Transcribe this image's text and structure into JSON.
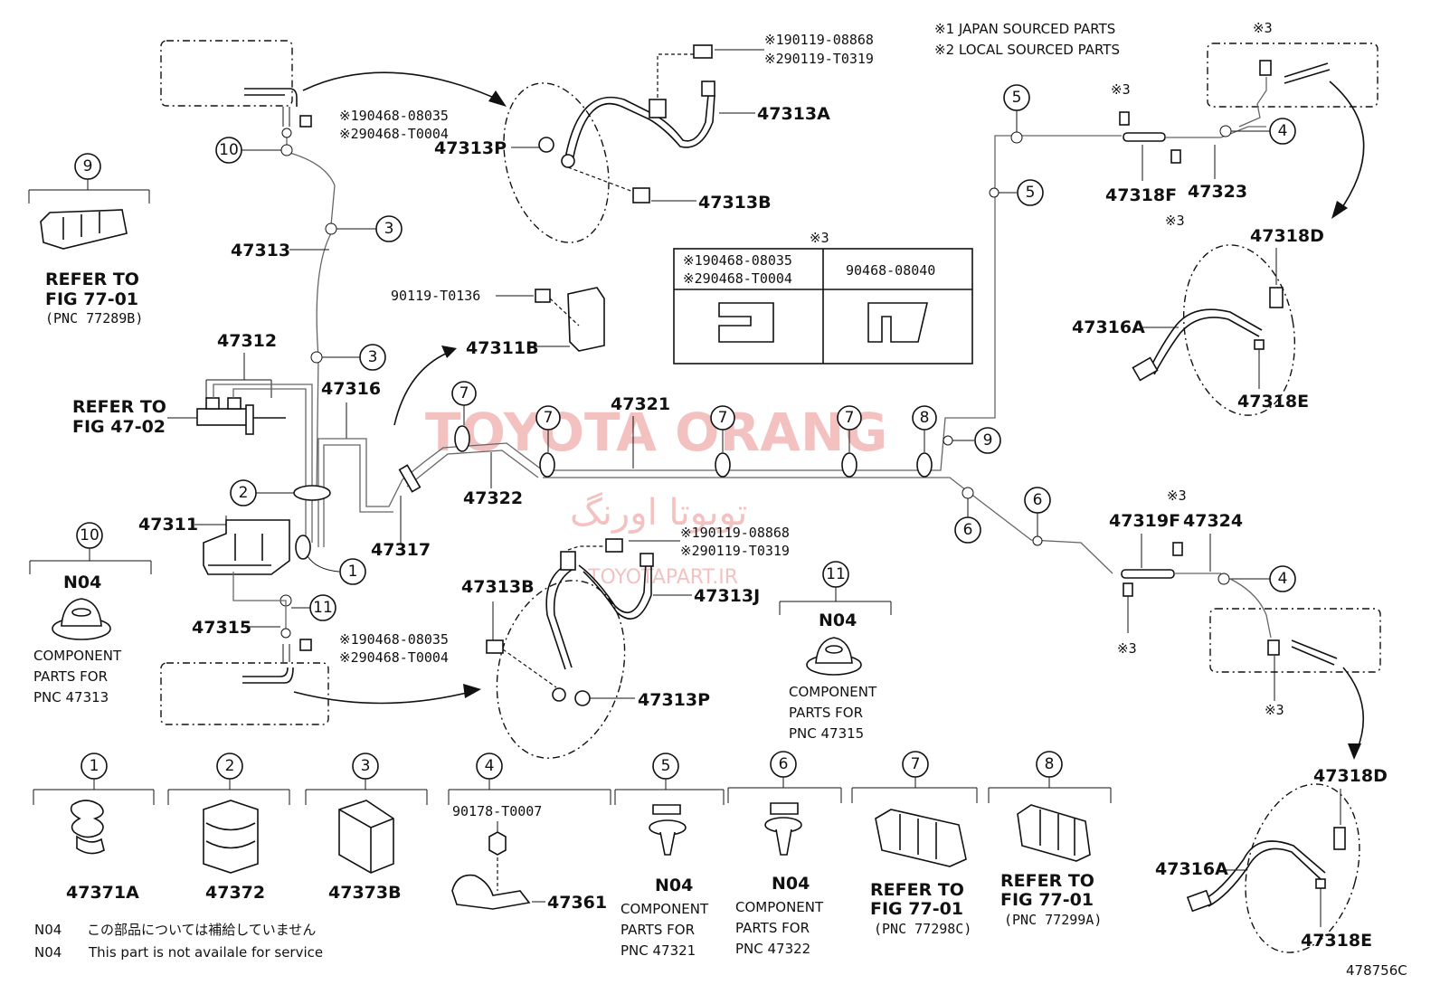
{
  "watermark": {
    "brand": "TOYOTA ORANG",
    "persian": "تویوتا اورنگ",
    "url": "TOYOTAPART.IR"
  },
  "legend": {
    "line1": "※1 JAPAN SOURCED PARTS",
    "line2": "※2 LOCAL SOURCED PARTS"
  },
  "part_numbers": {
    "p47313": "47313",
    "p47313A": "47313A",
    "p47313P_top": "47313P",
    "p47313B_top": "47313B",
    "p47312": "47312",
    "p47316": "47316",
    "p47311": "47311",
    "p47311B": "47311B",
    "p47321": "47321",
    "p47322": "47322",
    "p47317": "47317",
    "p47315": "47315",
    "p47313B_bot": "47313B",
    "p47313J": "47313J",
    "p47313P_bot": "47313P",
    "p47318F": "47318F",
    "p47323": "47323",
    "p47318D_top": "47318D",
    "p47316A_top": "47316A",
    "p47318E_top": "47318E",
    "p47319F": "47319F",
    "p47324": "47324",
    "p47318D_bot": "47318D",
    "p47316A_bot": "47316A",
    "p47318E_bot": "47318E",
    "p47371A": "47371A",
    "p47372": "47372",
    "p47373B": "47373B",
    "p47361": "47361"
  },
  "small_codes": {
    "bolt_top_1": "※190119-08868",
    "bolt_top_2": "※290119-T0319",
    "clip_top_1": "※190468-08035",
    "clip_top_2": "※290468-T0004",
    "bolt_mid_1": "※190119-08868",
    "bolt_mid_2": "※290119-T0319",
    "clip_bot_1": "※190468-08035",
    "clip_bot_2": "※290468-T0004",
    "bracket_bolt": "90119-T0136",
    "clamp_bolt": "90178-T0007",
    "star3": "※3"
  },
  "clip_table": {
    "title": "※3",
    "col1_line1": "※190468-08035",
    "col1_line2": "※290468-T0004",
    "col2": "90468-08040"
  },
  "refs": {
    "ref9_line1": "REFER TO",
    "ref9_line2": "FIG 77-01",
    "ref9_line3": "(PNC 77289B)",
    "ref47_line1": "REFER TO",
    "ref47_line2": "FIG 47-02",
    "ref7_line1": "REFER TO",
    "ref7_line2": "FIG 77-01",
    "ref7_line3": "(PNC 77298C)",
    "ref8_line1": "REFER TO",
    "ref8_line2": "FIG 77-01",
    "ref8_line3": "(PNC 77299A)"
  },
  "components": {
    "n04": "N04",
    "c10_line1": "COMPONENT",
    "c10_line2": "PARTS FOR",
    "c10_line3": "PNC 47313",
    "c11_line1": "COMPONENT",
    "c11_line2": "PARTS FOR",
    "c11_line3": "PNC 47315",
    "c5_line1": "COMPONENT",
    "c5_line2": "PARTS FOR",
    "c5_line3": "PNC 47321",
    "c6_line1": "COMPONENT",
    "c6_line2": "PARTS FOR",
    "c6_line3": "PNC 47322"
  },
  "callouts": [
    "1",
    "2",
    "3",
    "4",
    "5",
    "6",
    "7",
    "8",
    "9",
    "10",
    "11"
  ],
  "footnote": {
    "code1": "N04",
    "jp": "この部品については補給していません",
    "code2": "N04",
    "en": "This part is not availale for service"
  },
  "figure_id": "478756C"
}
